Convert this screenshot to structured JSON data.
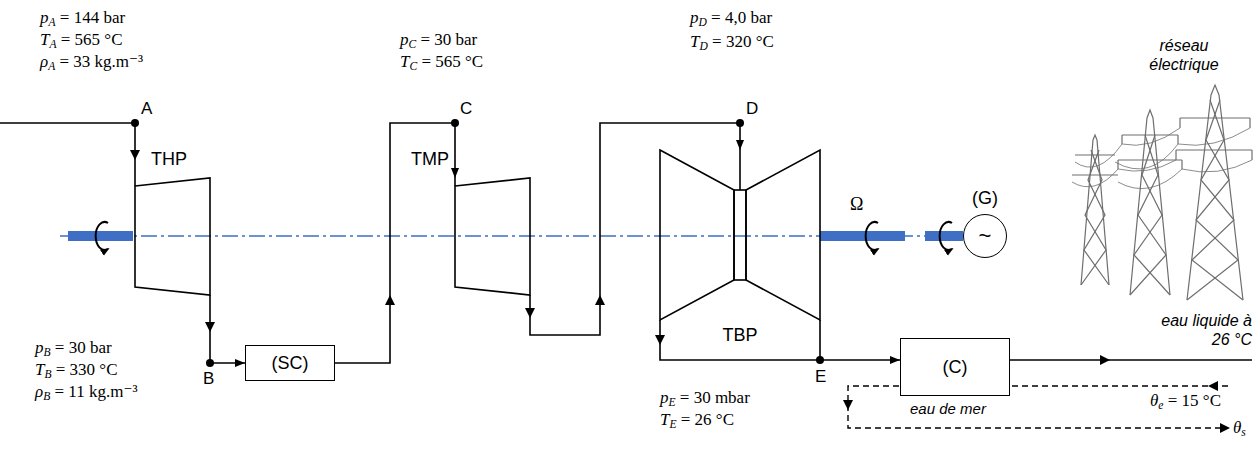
{
  "diagram": {
    "nodes": [
      {
        "text": [
          "THP"
        ]
      },
      {
        "text": [
          "(SC)"
        ]
      },
      {
        "text": [
          "TMP"
        ]
      },
      {
        "text": [
          "TBP"
        ]
      },
      {
        "text": [
          "(C)"
        ]
      },
      {
        "text": [
          "(G)",
          "~"
        ]
      }
    ],
    "edges": [
      {
        "from": 0,
        "to": 1,
        "arrow": "to"
      },
      {
        "from": 1,
        "to": 2,
        "arrow": "to"
      },
      {
        "from": 2,
        "to": 3,
        "arrow": "to"
      },
      {
        "from": 3,
        "to": 4,
        "arrow": "to"
      }
    ],
    "labels": [
      "pA = 144 bar",
      "TA = 565 °C",
      "ρA = 33 kg.m⁻³",
      "A",
      "pB = 30 bar",
      "TB = 330 °C",
      "ρB = 11 kg.m⁻³",
      "B",
      "pC = 30 bar",
      "TC = 565 °C",
      "C",
      "pD = 4,0 bar",
      "TD = 320 °C",
      "D",
      "pE = 30 mbar",
      "TE = 26 °C",
      "E",
      "Ω",
      "réseau électrique",
      "eau liquide à 26 °C",
      "θe = 15 °C",
      "eau de mer",
      "θs"
    ]
  }
}
